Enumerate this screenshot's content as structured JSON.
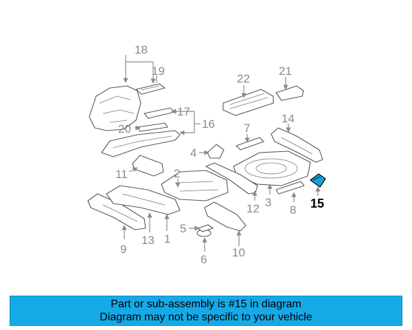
{
  "diagram": {
    "labels": {
      "p1": "1",
      "p2": "2",
      "p3": "3",
      "p4": "4",
      "p5": "5",
      "p6": "6",
      "p7": "7",
      "p8": "8",
      "p9": "9",
      "p10": "10",
      "p11": "11",
      "p12": "12",
      "p13": "13",
      "p14": "14",
      "p15": "15",
      "p16": "16",
      "p17": "17",
      "p18": "18",
      "p19": "19",
      "p20": "20",
      "p21": "21",
      "p22": "22"
    },
    "highlighted_part": "15",
    "colors": {
      "highlight": "#1aa3d9",
      "line": "#8a8a8a",
      "part_outline": "#555555"
    }
  },
  "banner": {
    "line1": "Part or sub-assembly is #15 in diagram",
    "line2": "Diagram may not be specific to your vehicle",
    "background": "#16a9e8"
  }
}
